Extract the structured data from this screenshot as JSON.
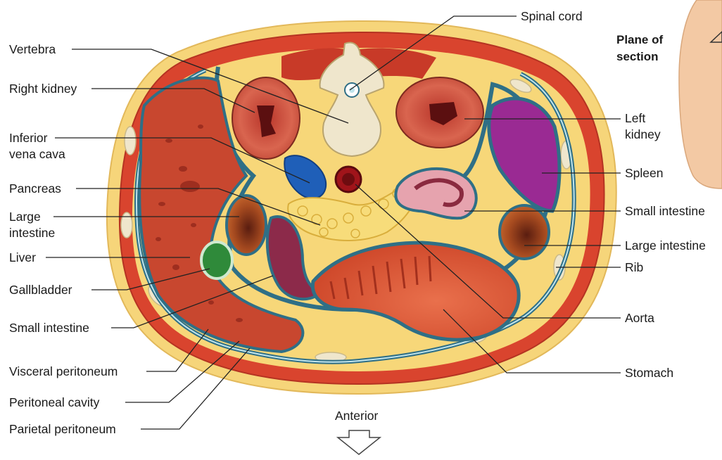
{
  "title_panel": {
    "plane_label": "Plane of section"
  },
  "orientation": {
    "anterior": "Anterior"
  },
  "labels_left": {
    "vertebra": "Vertebra",
    "right_kidney": "Right kidney",
    "ivc_line1": "Inferior",
    "ivc_line2": "vena cava",
    "pancreas": "Pancreas",
    "large_int_line1": "Large",
    "large_int_line2": "intestine",
    "liver": "Liver",
    "gallbladder": "Gallbladder",
    "small_intestine": "Small intestine",
    "visceral_peritoneum": "Visceral peritoneum",
    "peritoneal_cavity": "Peritoneal cavity",
    "parietal_peritoneum": "Parietal peritoneum"
  },
  "labels_right": {
    "spinal_cord": "Spinal cord",
    "left_kidney_line1": "Left",
    "left_kidney_line2": "kidney",
    "spleen": "Spleen",
    "small_intestine": "Small intestine",
    "large_intestine": "Large intestine",
    "rib": "Rib",
    "aorta": "Aorta",
    "stomach": "Stomach"
  },
  "colors": {
    "fat": "#f6d57a",
    "muscle": "#d9442e",
    "liver": "#c8472f",
    "peritoneum": "#2f6f86",
    "ivc": "#1f5fb8",
    "aorta": "#a0141a",
    "spleen": "#9a2a93",
    "gallbladder": "#2f8a3a",
    "bone": "#efe6cc",
    "skin": "#f3c9a4"
  }
}
